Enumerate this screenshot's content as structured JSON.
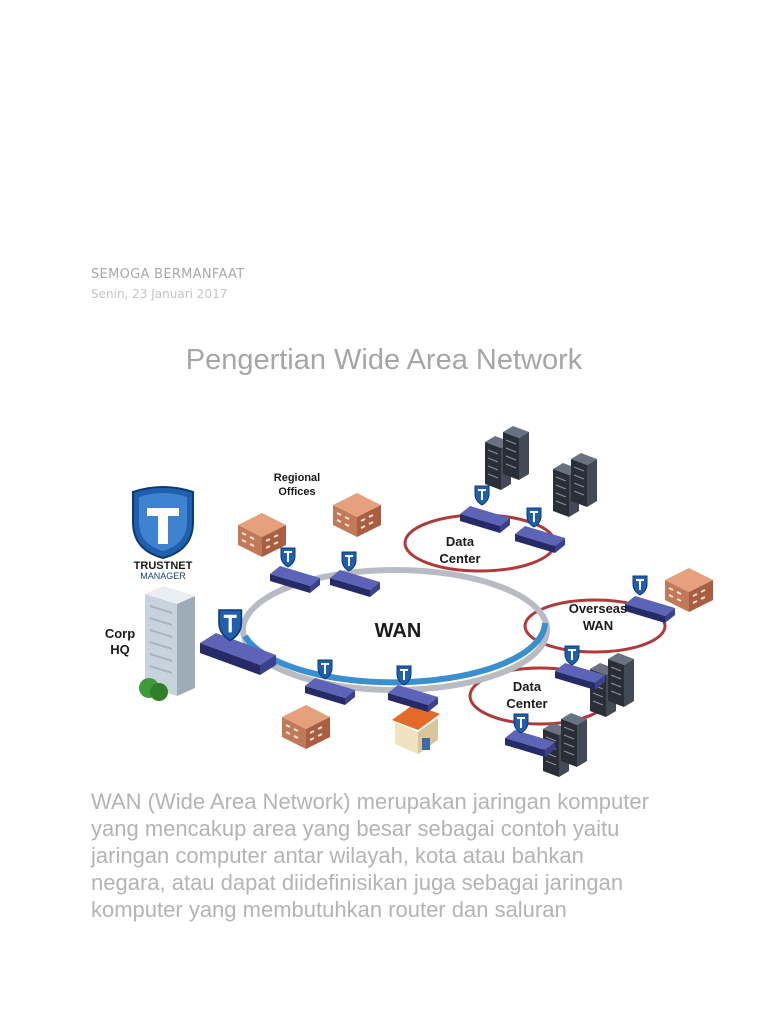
{
  "blog": {
    "name": "SEMOGA BERMANFAAT",
    "date": "Senin, 23 Januari 2017"
  },
  "post": {
    "title": "Pengertian Wide Area Network",
    "body_lines": [
      "WAN (Wide Area Network) merupakan jaringan komputer",
      "yang mencakup area yang besar sebagai contoh yaitu",
      "jaringan computer antar wilayah, kota atau bahkan",
      "negara, atau dapat diidefinisikan juga sebagai jaringan",
      "komputer yang membutuhkan router dan saluran"
    ]
  },
  "diagram": {
    "logo_brand": "TRUSTNET",
    "logo_sub": "MANAGER",
    "wan_label": "WAN",
    "corp_hq": [
      "Corp",
      "HQ"
    ],
    "regional_offices": [
      "Regional",
      "Offices"
    ],
    "data_center_top": [
      "Data",
      "Center"
    ],
    "overseas_wan": [
      "Overseas",
      "WAN"
    ],
    "data_center_bottom": [
      "Data",
      "Center"
    ],
    "colors": {
      "ring_blue": "#3a8fd0",
      "ring_gray": "#b8bcc2",
      "subring_red": "#b03a3a",
      "router_body": "#2c2f7a",
      "shield_blue": "#1f5fae",
      "building": "#c2795a",
      "server": "#2a2e36"
    }
  }
}
